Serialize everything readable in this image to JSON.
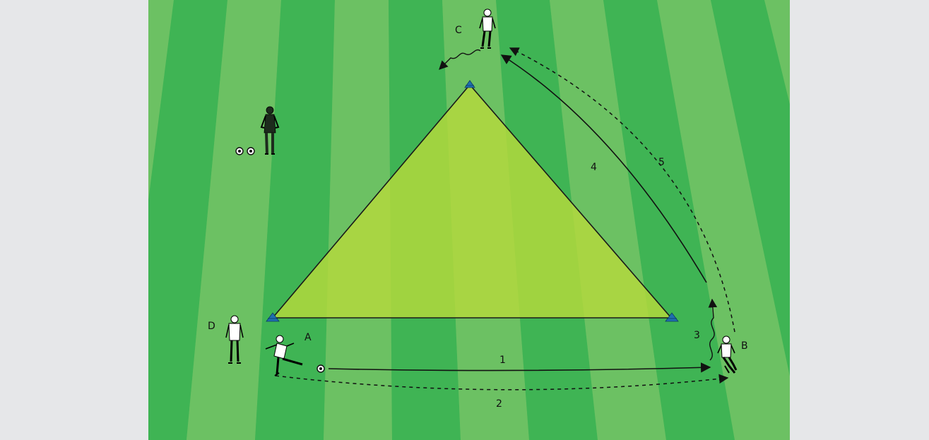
{
  "players": {
    "a": "A",
    "b": "B",
    "c": "C",
    "d": "D"
  },
  "steps": {
    "s1": "1",
    "s2": "2",
    "s3": "3",
    "s4": "4",
    "s5": "5"
  },
  "colors": {
    "background": "#e6e7e9",
    "stripe_light": "#6cc163",
    "stripe_dark": "#3fb454",
    "triangle_fill": "#b6d93c",
    "cone": "#1f6fb0",
    "lines": "#111111"
  },
  "icons": {
    "cone": "cone-icon",
    "ball": "ball-icon",
    "player": "player-icon",
    "coach": "coach-icon"
  }
}
